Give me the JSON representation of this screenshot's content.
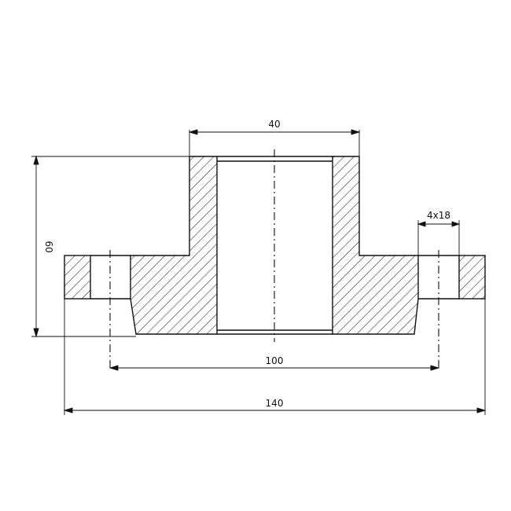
{
  "dimensions": {
    "bore_width": "40",
    "height": "60",
    "hole_spacing": "100",
    "overall_width": "140",
    "holes": "4x18"
  },
  "colors": {
    "line": "#111111",
    "hatch": "#222222",
    "background": "#ffffff"
  }
}
